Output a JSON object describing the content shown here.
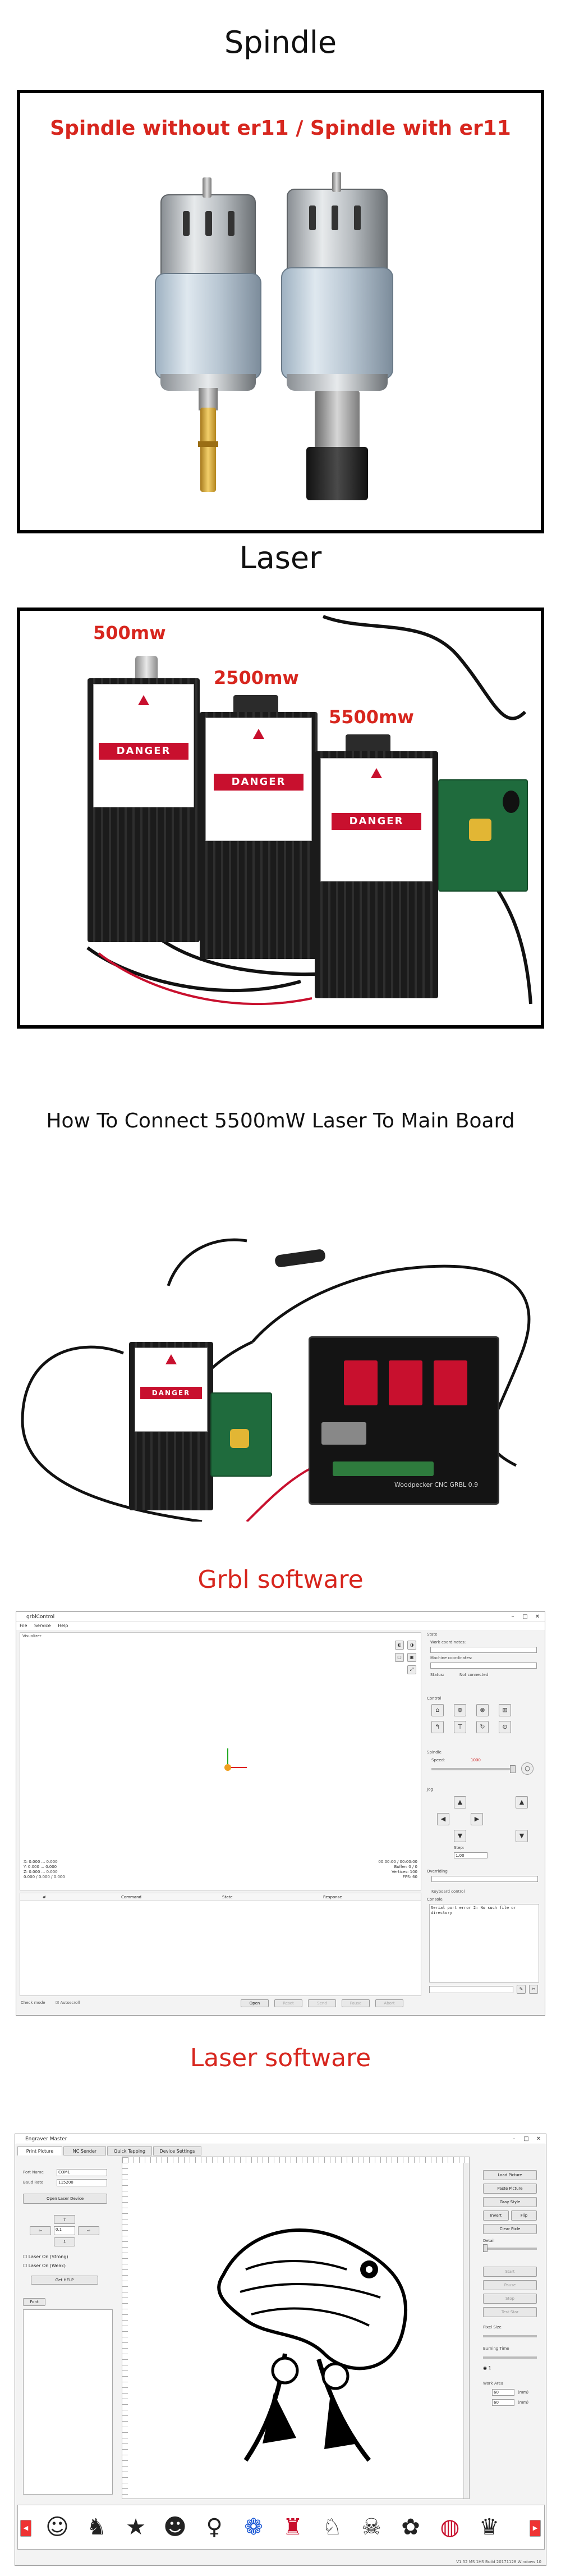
{
  "spindle": {
    "title": "Spindle",
    "caption": "Spindle without er11 / Spindle with er11"
  },
  "laser": {
    "title": "Laser",
    "modules": [
      {
        "power": "500mw",
        "danger": "DANGER"
      },
      {
        "power": "2500mw",
        "danger": "DANGER"
      },
      {
        "power": "5500mw",
        "danger": "DANGER"
      }
    ]
  },
  "connect": {
    "title": "How To Connect 5500mW Laser To Main Board",
    "board_label": "Woodpecker CNC  GRBL  0.9"
  },
  "grbl": {
    "title": "Grbl software",
    "window_title": "grblControl",
    "menu": [
      "File",
      "Service",
      "Help"
    ],
    "visualizer_label": "Visualizer",
    "state_label": "State",
    "work_coord_label": "Work coordinates:",
    "machine_coord_label": "Machine coordinates:",
    "status_label": "Status:",
    "status_value": "Not connected",
    "control_label": "Control",
    "spindle_label": "Spindle",
    "speed_label": "Speed:",
    "speed_value": "1000",
    "jog_label": "Jog",
    "step_label": "Step:",
    "step_value": "1.00 ",
    "overriding_label": "Overriding",
    "keyboard_label": "Keyboard control",
    "console_label": "Console",
    "console_text": "Serial port error 2: No such file or directory",
    "table_headers": [
      "#",
      "Command",
      "State",
      "Response"
    ],
    "stats_left": [
      "X: 0.000 ... 0.000",
      "Y: 0.000 ... 0.000",
      "Z: 0.000 ... 0.000",
      "0.000 / 0.000 / 0.000"
    ],
    "stats_right": [
      "00:00:00 / 00:00:00",
      "Buffer: 0 / 0",
      "Vertices: 100",
      "FPS: 60"
    ],
    "check_mode": "Check mode",
    "autoscroll": "Autoscroll",
    "bottom_buttons": [
      "Open",
      "Reset",
      "Send",
      "Pause",
      "Abort"
    ]
  },
  "laserapp": {
    "title": "Laser software",
    "window_title": "Engraver Master",
    "tabs": [
      "Print Picture",
      "NC Sender",
      "Quick Tapping",
      "Device Settings"
    ],
    "port_name_label": "Port Name",
    "port_name_value": "COM1",
    "baud_rate_label": "Baud Rate",
    "baud_rate_value": "115200",
    "open_button": "Open Laser Device",
    "speed_value": "0.1",
    "laser_on_strong": "Laser On (Strong)",
    "laser_on_weak": "Laser On (Weak)",
    "get_help": "Get HELP",
    "font_button": "Font",
    "right_buttons": [
      "Load Picture",
      "Paste Picture",
      "Gray Style",
      "Invert",
      "Flip",
      "Clear Pixle"
    ],
    "detail_label": "Detail",
    "action_buttons": [
      "Start",
      "Pause",
      "Stop",
      "Test Star"
    ],
    "pixel_size_label": "Pixel Size",
    "burning_time_label": "Burning Time",
    "pixel_size_value": "1",
    "width_label": "Work Area",
    "width_value": "60",
    "height_value": "60",
    "unit": "(mm)",
    "footer": "V1.52 MS 1HS Build 20171128 Windows 10"
  }
}
